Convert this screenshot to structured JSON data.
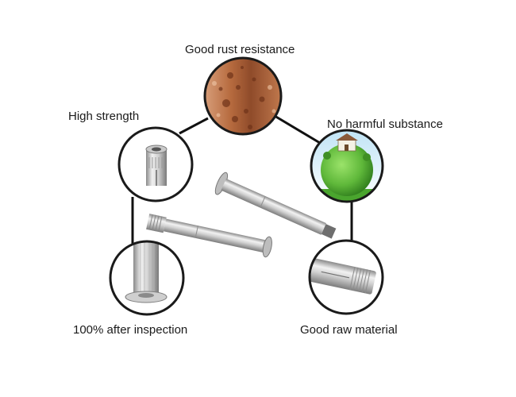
{
  "features": {
    "rust_resistance": "Good rust resistance",
    "high_strength": "High strength",
    "no_harmful": "No harmful substance",
    "inspection": "100% after inspection",
    "raw_material": "Good raw material"
  },
  "icons": {
    "rust": "rust-texture-icon",
    "strength": "anchor-top-closeup-icon",
    "eco": "green-globe-house-icon",
    "inspection": "anchor-body-closeup-icon",
    "material": "anchor-sleeve-closeup-icon"
  },
  "colors": {
    "connector": "#111111",
    "circle_border": "#1a1a1a",
    "metal_light": "#e2e2e2",
    "metal_dark": "#8c8c8c",
    "rust": "#b8613a",
    "eco_green": "#6cc24a"
  }
}
